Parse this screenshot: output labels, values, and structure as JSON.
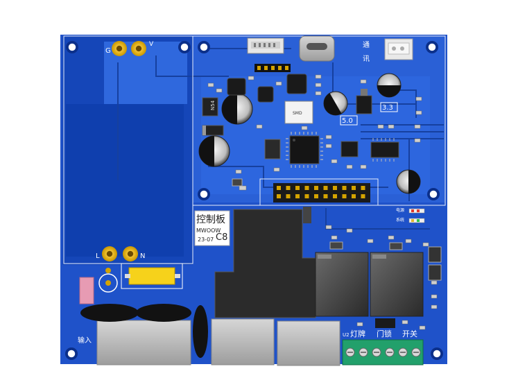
{
  "board": {
    "title": "控制板",
    "brand": "MWOOW",
    "date": "23-07",
    "model": "C8",
    "pad_g": "G",
    "pad_v": "V",
    "pad_l": "L",
    "pad_n": "N",
    "label_input": "输入",
    "label_5v": "5.0",
    "label_33v": "3.3",
    "label_power": "电源",
    "label_system": "系统",
    "label_u2": "U2",
    "terminal_lamp": "灯牌",
    "terminal_lock": "门锁",
    "terminal_switch": "开关",
    "label_tong": "通",
    "label_xin": "讯",
    "ic_text": "SMD"
  },
  "colors": {
    "pcb": "#1f52c9",
    "pcb_dark": "#0d3a9e",
    "copper": "#3b73e6",
    "silk": "#ffffff",
    "terminal": "#22a06b"
  }
}
